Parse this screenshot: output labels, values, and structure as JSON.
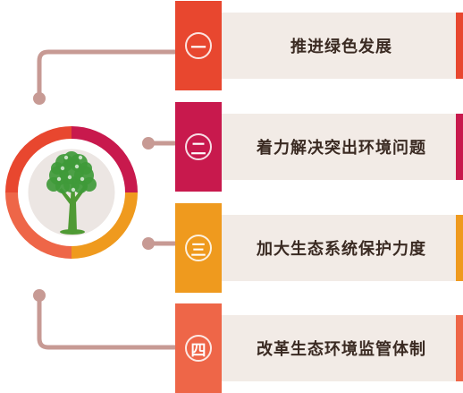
{
  "items": [
    {
      "num": "一",
      "label": "推进绿色发展",
      "color": "#e8472f",
      "panel": "#f2ebe6"
    },
    {
      "num": "二",
      "label": "着力解决突出环境问题",
      "color": "#c8194d",
      "panel": "#f2ebe6"
    },
    {
      "num": "三",
      "label": "加大生态系统保护力度",
      "color": "#ef9a1e",
      "panel": "#f2ebe6"
    },
    {
      "num": "四",
      "label": "改革生态环境监管体制",
      "color": "#ee6648",
      "panel": "#f2ebe6"
    }
  ],
  "colors": {
    "connector": "#c79a94",
    "ring": [
      "#e8472f",
      "#c8194d",
      "#ef9a1e",
      "#ee6648"
    ],
    "tree_foliage": "#3f9a3a",
    "tree_trunk": "#4f9a34",
    "tree_bg": "#ece6e3"
  },
  "icons": [
    "tree-icon"
  ]
}
